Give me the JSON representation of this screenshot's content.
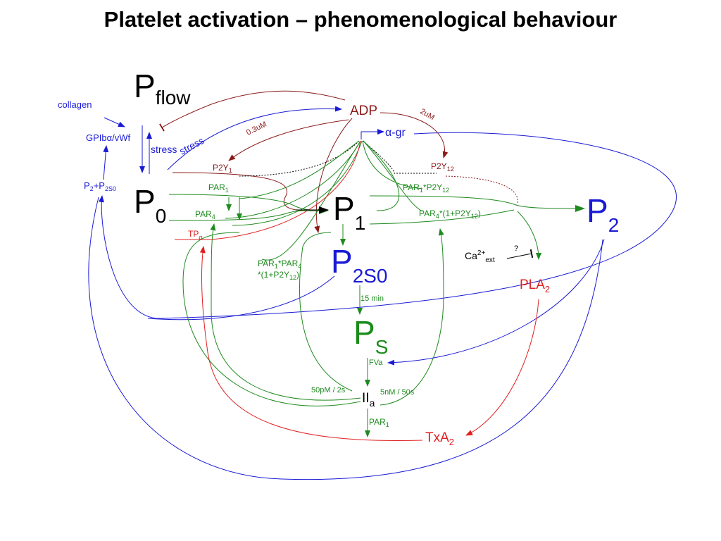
{
  "title": "Platelet activation – phenomenological behaviour",
  "colors": {
    "black": "#000000",
    "blue": "#1a1ad6",
    "green": "#1f8a1f",
    "dark_red": "#8b1a1a",
    "red": "#e01f1f",
    "bright_green": "#1a8c1a"
  },
  "states": {
    "pflow": {
      "main": "P",
      "sub": "flow"
    },
    "p0": {
      "main": "P",
      "sub": "0"
    },
    "p1": {
      "main": "P",
      "sub": "1"
    },
    "p2": {
      "main": "P",
      "sub": "2"
    },
    "p2s0": {
      "main": "P",
      "sub": "2S0"
    },
    "ps": {
      "main": "P",
      "sub": "S"
    }
  },
  "nodes": {
    "adp": "ADP",
    "alpha_gr": "α-gr",
    "collagen": "collagen",
    "gpib_vwf": "GPIbα/vWf",
    "p2_p2s0": {
      "a": "P",
      "a_sub": "2",
      "b": "+P",
      "b_sub": "2S0"
    },
    "ca_ext": {
      "main": "Ca",
      "sup": "2+",
      "sub": "ext"
    },
    "question": "?",
    "pla2": {
      "main": "PLA",
      "sub": "2"
    },
    "txa2": {
      "main": "TxA",
      "sub": "2"
    },
    "iia": {
      "main": "II",
      "sub": "a"
    }
  },
  "labels": {
    "stress_1": "stress",
    "stress_2": "stress",
    "conc_03": "0.3uM",
    "conc_2": "2uM",
    "p2y1": {
      "main": "P2Y",
      "sub": "1"
    },
    "p2y12": {
      "main": "P2Y",
      "sub": "12"
    },
    "par1": {
      "main": "PAR",
      "sub": "1"
    },
    "par4": {
      "main": "PAR",
      "sub": "4"
    },
    "tp_alpha": {
      "main": "TP",
      "sub": "α"
    },
    "par1_p2y12": {
      "a": "PAR",
      "a_sub": "1",
      "b": "*P2Y",
      "b_sub": "12"
    },
    "par4_expr": {
      "a": "PAR",
      "a_sub": "4",
      "b": "*(1+P2Y",
      "b_sub": "12",
      "c": ")"
    },
    "par1_par4_expr": {
      "a": "PAR",
      "a_sub": "1",
      "b": "*PAR",
      "b_sub": "4",
      "c": "*(1+P2Y",
      "c_sub": "12",
      "d": ")"
    },
    "fifteen_min": "15 min",
    "fva": "FVa",
    "fifty_pm": "50pM / 2s",
    "five_nm": "5nM / 50s",
    "par1_bottom": {
      "main": "PAR",
      "sub": "1"
    }
  }
}
